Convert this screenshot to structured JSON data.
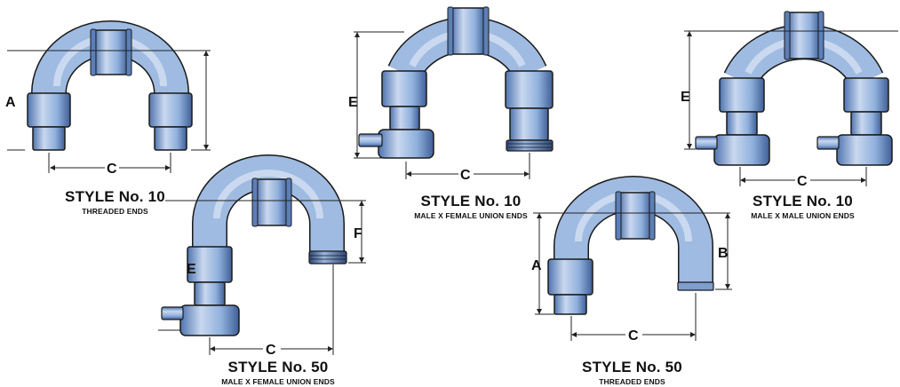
{
  "fittings": [
    {
      "id": "f1",
      "title": "STYLE No. 10",
      "subtitle": "THREADED ENDS",
      "dims": [
        "A",
        "C"
      ]
    },
    {
      "id": "f2",
      "title": "STYLE No. 10",
      "subtitle": "MALE X FEMALE UNION ENDS",
      "dims": [
        "E",
        "C"
      ]
    },
    {
      "id": "f3",
      "title": "STYLE No. 10",
      "subtitle": "MALE X MALE UNION ENDS",
      "dims": [
        "E",
        "C"
      ]
    },
    {
      "id": "f4",
      "title": "STYLE No. 50",
      "subtitle": "MALE X FEMALE UNION ENDS",
      "dims": [
        "E",
        "F",
        "C"
      ]
    },
    {
      "id": "f5",
      "title": "STYLE No. 50",
      "subtitle": "THREADED ENDS",
      "dims": [
        "A",
        "B",
        "C"
      ]
    }
  ],
  "colors": {
    "pipe_light": "#c9d8ef",
    "pipe_mid": "#8fb0dc",
    "pipe_dark": "#4f74b0",
    "outline": "#1a1a1a"
  }
}
